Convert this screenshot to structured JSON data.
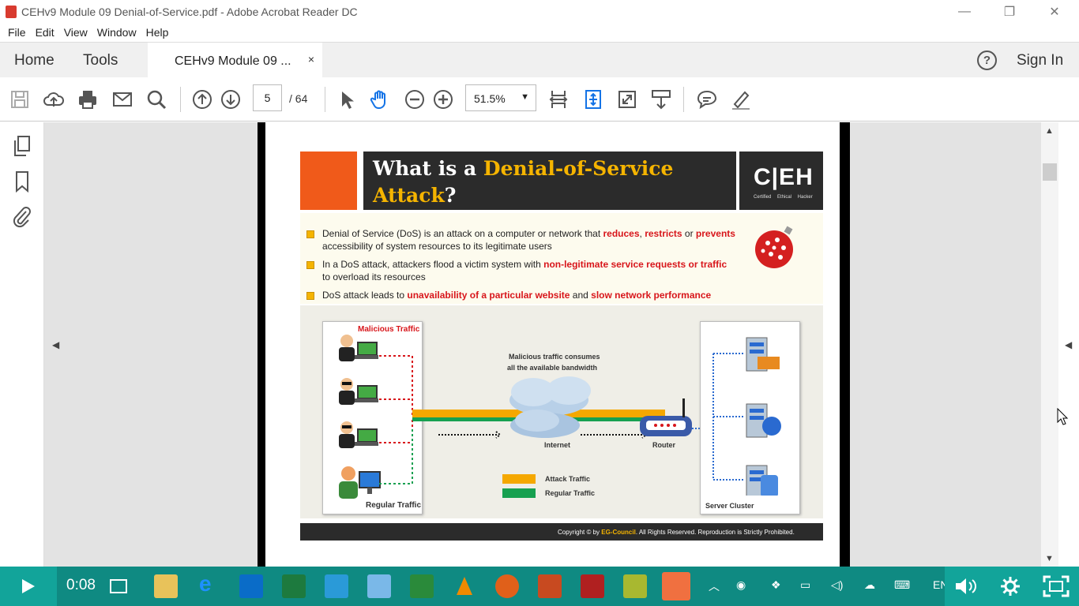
{
  "window": {
    "title": "CEHv9 Module 09 Denial-of-Service.pdf - Adobe Acrobat Reader DC",
    "minimize": "—",
    "restore": "❐",
    "close": "✕"
  },
  "menu": [
    "File",
    "Edit",
    "View",
    "Window",
    "Help"
  ],
  "tabs": {
    "home": "Home",
    "tools": "Tools",
    "document": "CEHv9 Module 09 ...",
    "document_close": "×",
    "help": "?",
    "sign_in": "Sign In"
  },
  "toolbar": {
    "page_current": "5",
    "page_total": "/ 64",
    "zoom": "51.5%",
    "zoom_dropdown": "▼"
  },
  "slide": {
    "title_part1": "What is a ",
    "title_highlight1": "Denial-of-Service",
    "title_highlight2": "Attack",
    "title_end": "?",
    "logo": "C|EH",
    "logo_caption": "Certified Ethical Hacker",
    "bullets": [
      {
        "parts": [
          {
            "t": "Denial of Service (DoS) is an attack on a computer or network that ",
            "r": false
          },
          {
            "t": "reduces",
            "r": true
          },
          {
            "t": ", ",
            "r": false
          },
          {
            "t": "restricts",
            "r": true
          },
          {
            "t": " or ",
            "r": false
          },
          {
            "t": "prevents",
            "r": true
          },
          {
            "t": " accessibility of system resources to its legitimate users",
            "r": false
          }
        ]
      },
      {
        "parts": [
          {
            "t": "In a DoS attack, attackers flood a victim system with ",
            "r": false
          },
          {
            "t": "non-legitimate service requests or traffic",
            "r": true
          },
          {
            "t": " to overload its resources",
            "r": false
          }
        ]
      },
      {
        "parts": [
          {
            "t": "DoS attack leads to ",
            "r": false
          },
          {
            "t": "unavailability of a particular website",
            "r": true
          },
          {
            "t": " and ",
            "r": false
          },
          {
            "t": "slow network performance",
            "r": true
          }
        ]
      }
    ],
    "diagram": {
      "malicious_traffic": "Malicious Traffic",
      "regular_traffic": "Regular Traffic",
      "bandwidth_note_1": "Malicious traffic consumes",
      "bandwidth_note_2": "all the available bandwidth",
      "internet": "Internet",
      "router": "Router",
      "server_cluster": "Server Cluster",
      "legend_attack": "Attack Traffic",
      "legend_regular": "Regular Traffic"
    },
    "footer_pre": "Copyright © by ",
    "footer_brand": "EG-Council",
    "footer_post": ". All Rights Reserved. Reproduction is Strictly Prohibited."
  },
  "taskbar": {
    "time": "0:08",
    "lang": "EN"
  },
  "colors": {
    "attack": "#f5a800",
    "regular": "#17a050",
    "accent_red": "#d8161b",
    "taskbar": "#0f8a82"
  }
}
